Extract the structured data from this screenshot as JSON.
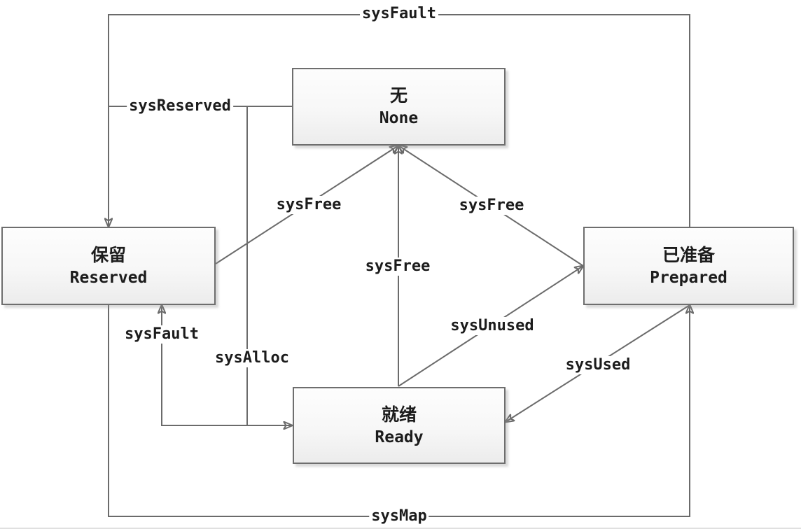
{
  "diagram": {
    "type": "state-transition-diagram",
    "nodes": {
      "none": {
        "zh": "无",
        "en": "None"
      },
      "reserved": {
        "zh": "保留",
        "en": "Reserved"
      },
      "prepared": {
        "zh": "已准备",
        "en": "Prepared"
      },
      "ready": {
        "zh": "就绪",
        "en": "Ready"
      }
    },
    "edges": [
      {
        "label": "sysFault",
        "from": "prepared",
        "to": "reserved",
        "route": "top"
      },
      {
        "label": "sysReserved",
        "from": "none",
        "to": "reserved",
        "route": "left"
      },
      {
        "label": "sysFree",
        "from": "reserved",
        "to": "none",
        "route": "diagonal"
      },
      {
        "label": "sysFree",
        "from": "prepared",
        "to": "none",
        "route": "diagonal"
      },
      {
        "label": "sysFree",
        "from": "ready",
        "to": "none",
        "route": "vertical"
      },
      {
        "label": "sysAlloc",
        "from": "none",
        "to": "ready",
        "route": "left-elbow"
      },
      {
        "label": "sysFault",
        "from": "ready",
        "to": "reserved",
        "route": "bottom-elbow"
      },
      {
        "label": "sysUnused",
        "from": "ready",
        "to": "prepared",
        "route": "diagonal"
      },
      {
        "label": "sysUsed",
        "from": "prepared",
        "to": "ready",
        "route": "diagonal"
      },
      {
        "label": "sysMap",
        "from": "reserved",
        "to": "prepared",
        "route": "bottom"
      }
    ],
    "colors": {
      "line": "#6b6b6b",
      "box_border": "#6e6e6e",
      "box_fill_top": "#fdfdfd",
      "box_fill_bottom": "#ececec",
      "text": "#1c1c1c",
      "background": "#ffffff"
    }
  }
}
